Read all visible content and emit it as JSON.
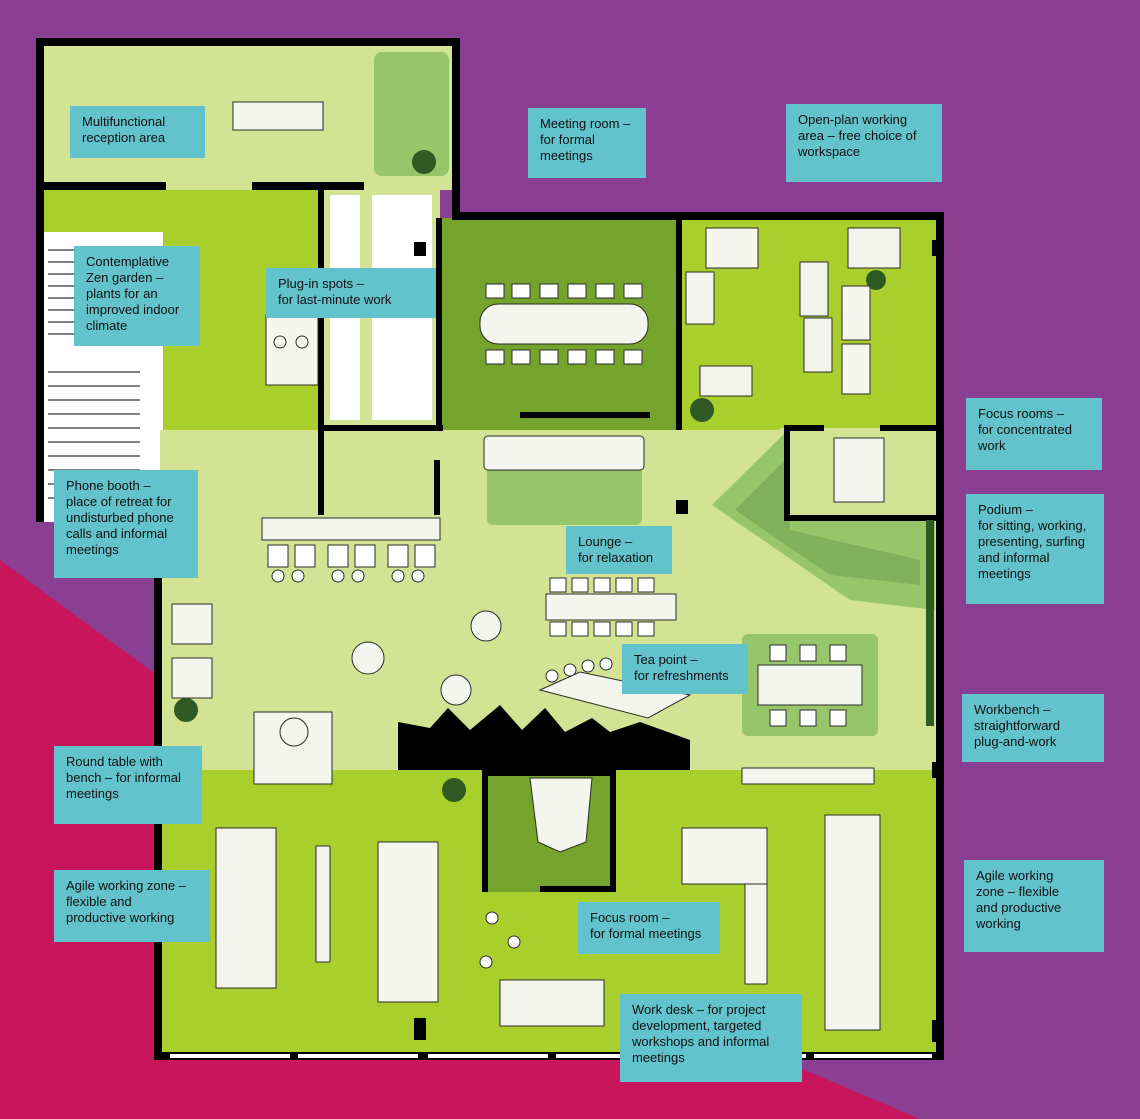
{
  "colors": {
    "background_purple": "#8a3f93",
    "background_magenta": "#c7165c",
    "floor_light": "#d2e394",
    "floor_lime": "#a8cf2b",
    "floor_dark": "#74a42c",
    "wall": "#000000",
    "furniture": "#f4f5ec",
    "label_bg": "#63c3cd",
    "plant": "#2f5a23"
  },
  "callouts": {
    "reception": "Multifunctional\nreception area",
    "meeting_room": "Meeting room –\nfor formal\nmeetings",
    "open_plan": "Open-plan working\narea – free choice of\nworkspace",
    "zen_garden": "Contemplative\nZen garden –\nplants for an\nimproved indoor\nclimate",
    "plug_in": "Plug-in spots –\nfor last-minute work",
    "focus_rooms": "Focus rooms –\nfor concentrated\nwork",
    "phone_booth": "Phone booth –\nplace of retreat for\nundisturbed phone\ncalls and informal\nmeetings",
    "podium": "Podium –\nfor sitting, working,\npresenting, surfing\nand informal\nmeetings",
    "lounge": "Lounge –\nfor relaxation",
    "tea_point": "Tea point –\nfor refreshments",
    "workbench": "Workbench –\nstraightforward\nplug-and-work",
    "round_table": "Round table with\nbench – for informal\nmeetings",
    "agile_left": "Agile working zone –\nflexible and\nproductive working",
    "agile_right": "Agile working\nzone – flexible\nand productive\nworking",
    "focus_room_formal": "Focus room –\nfor formal meetings",
    "work_desk": "Work desk – for project\ndevelopment, targeted\nworkshops and informal\nmeetings"
  }
}
